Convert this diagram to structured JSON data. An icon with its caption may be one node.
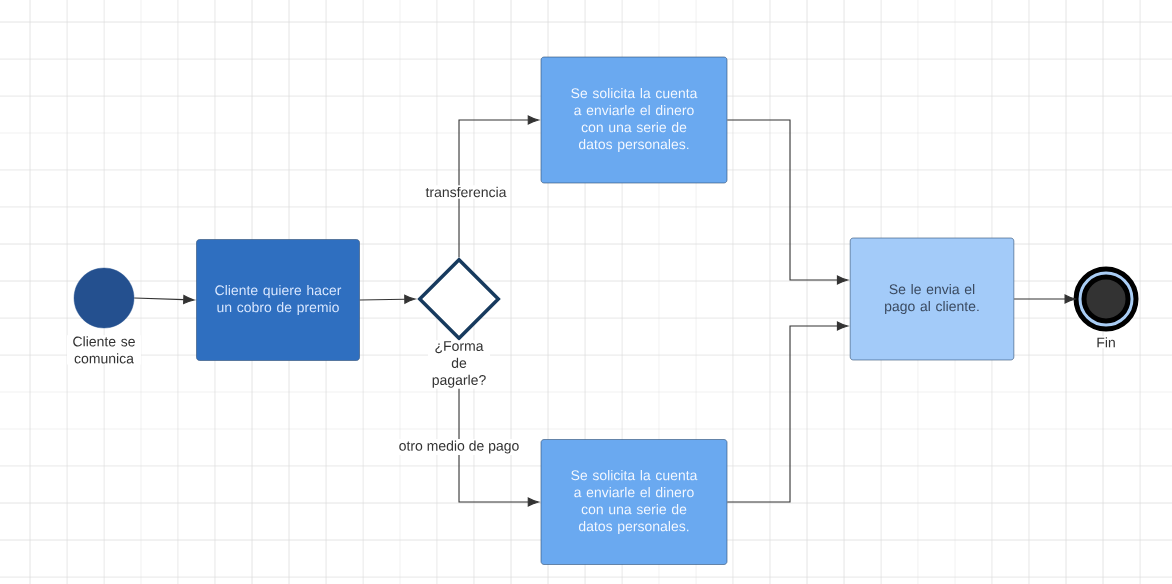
{
  "diagram": {
    "nodes": [
      {
        "text": [],
        "shape": "circle",
        "beside": [
          "Cliente se comunica"
        ]
      },
      {
        "text": [
          "Cliente quiere hacer un cobro de premio"
        ]
      },
      {
        "text": [],
        "shape": "diamond",
        "beside": [
          "¿Forma de pagarle?"
        ]
      },
      {
        "text": [
          "Se solicita la cuenta a enviarle el dinero con una serie de datos personales."
        ]
      },
      {
        "text": [
          "Se solicita la cuenta a enviarle el dinero con una serie de datos personales."
        ]
      },
      {
        "text": [
          "Se le envia el pago al cliente."
        ]
      },
      {
        "text": [],
        "shape": "circle",
        "beside": [
          "Fin"
        ]
      }
    ],
    "edges": [
      {
        "from": 0,
        "to": 1,
        "arrow": "to"
      },
      {
        "from": 1,
        "to": 2,
        "arrow": "to"
      },
      {
        "from": 2,
        "to": 3,
        "arrow": "to",
        "label": "transferencia"
      },
      {
        "from": 2,
        "to": 4,
        "arrow": "to",
        "label": "otro medio de pago"
      },
      {
        "from": 3,
        "to": 5,
        "arrow": "to"
      },
      {
        "from": 4,
        "to": 5,
        "arrow": "to"
      },
      {
        "from": 5,
        "to": 6,
        "arrow": "to"
      }
    ]
  }
}
